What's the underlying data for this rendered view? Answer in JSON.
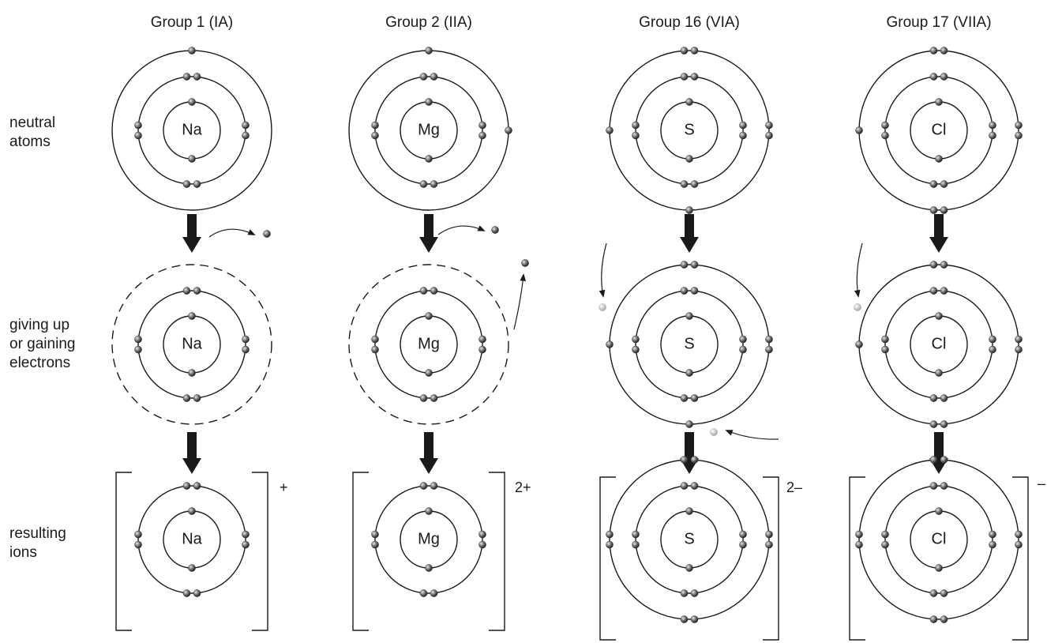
{
  "headers": [
    "Group 1 (IA)",
    "Group 2 (IIA)",
    "Group 16 (VIA)",
    "Group 17 (VIIA)"
  ],
  "row_labels": {
    "neutral": [
      "neutral",
      "atoms"
    ],
    "change": [
      "giving up",
      "or gaining",
      "electrons"
    ],
    "ions": [
      "resulting",
      "ions"
    ]
  },
  "symbols": [
    "Na",
    "Mg",
    "S",
    "Cl"
  ],
  "charges": [
    "+",
    "2+",
    "2–",
    "–"
  ],
  "colors": {
    "line": "#1a1a1a",
    "electron": "#6e6e6e",
    "electron_light": "#bdbdbd",
    "arrow": "#1a1a1a"
  }
}
